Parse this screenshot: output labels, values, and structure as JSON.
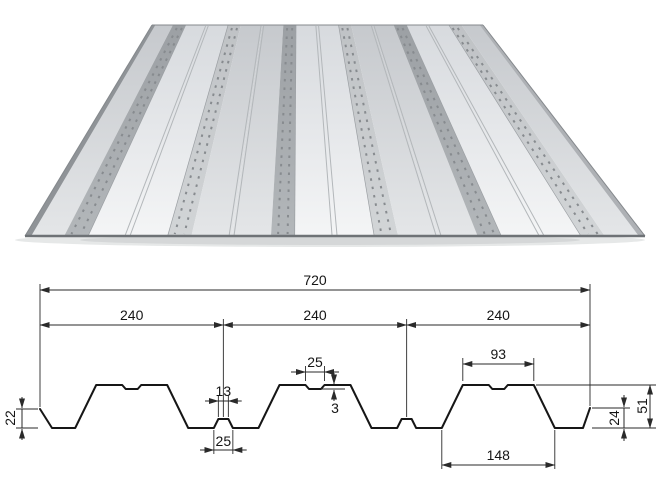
{
  "photo": {
    "subject": "corrugated-steel-floor-decking-sheet",
    "colors": {
      "steel_bright": "#f2f3f4",
      "steel_light": "#d8dbde",
      "steel_mid": "#c6c9cc",
      "steel_shadow": "#9fa4a8",
      "edge": "#6e7276"
    }
  },
  "drawing": {
    "line_color": "#2a2a2a",
    "profile_color": "#161616",
    "dims": {
      "overall": "720",
      "segments": [
        "240",
        "240",
        "240"
      ],
      "rib_top_width": "93",
      "top_groove_width": "25",
      "groove_depth": "3",
      "valley_bump_top_width": "13",
      "valley_bump_base_width": "25",
      "rib_bottom_opening": "148",
      "left_edge_height": "22",
      "right_edge_height": "24",
      "profile_height": "51"
    }
  }
}
